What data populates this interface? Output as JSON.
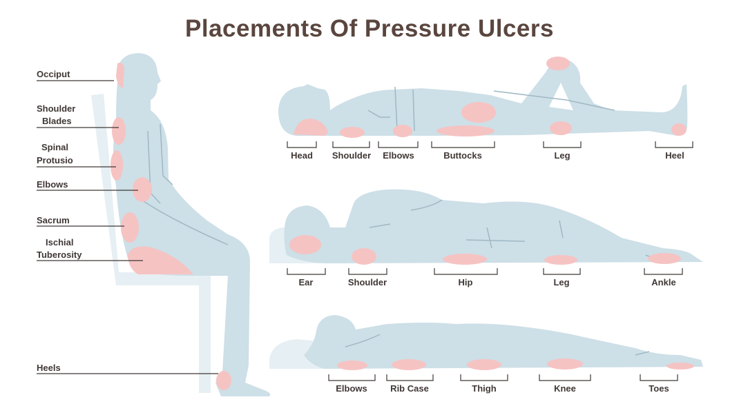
{
  "title": "Placements Of Pressure Ulcers",
  "colors": {
    "body": "#cddfe7",
    "ulcer": "#f6c3c3",
    "chair": "#e6eff3",
    "text": "#3f3734",
    "title": "#5a463f"
  },
  "sitting": {
    "labels": [
      {
        "line1": "Occiput",
        "line2": ""
      },
      {
        "line1": "Shoulder",
        "line2": "Blades"
      },
      {
        "line1": "Spinal",
        "line2": "Protusio"
      },
      {
        "line1": "Elbows",
        "line2": ""
      },
      {
        "line1": "Sacrum",
        "line2": ""
      },
      {
        "line1": "Ischial",
        "line2": "Tuberosity"
      },
      {
        "line1": "Heels",
        "line2": ""
      }
    ]
  },
  "supine": {
    "labels": [
      "Head",
      "Shoulder",
      "Elbows",
      "Buttocks",
      "Leg",
      "Heel"
    ]
  },
  "lateral": {
    "labels": [
      "Ear",
      "Shoulder",
      "Hip",
      "Leg",
      "Ankle"
    ]
  },
  "prone": {
    "labels": [
      "Elbows",
      "Rib Case",
      "Thigh",
      "Knee",
      "Toes"
    ]
  }
}
